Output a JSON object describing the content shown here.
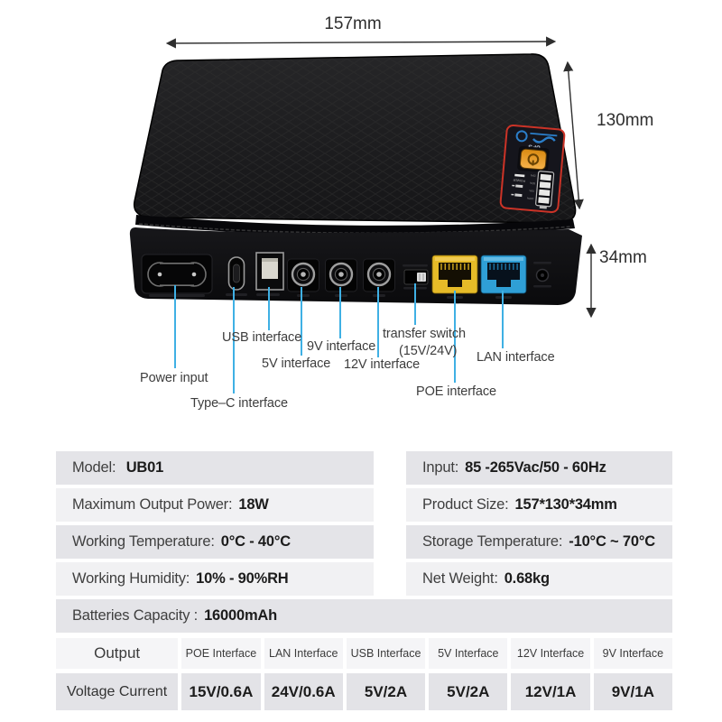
{
  "dimensions": {
    "width": "157mm",
    "depth": "130mm",
    "height": "34mm"
  },
  "device": {
    "sticker": {
      "product_type": "UPS",
      "power_label": "POWER",
      "battery_levels": [
        "25%",
        "50%",
        "75%",
        "100%"
      ]
    },
    "colors": {
      "callout_blue": "#3fb0e4",
      "poe_port_yellow": "#e6bb28",
      "lan_port_blue": "#2f9fd6",
      "power_button_orange": "#f0a030",
      "sticker_border_red": "#cb3327"
    }
  },
  "callouts": {
    "power_input": "Power input",
    "type_c": "Type–C interface",
    "usb": "USB interface",
    "v5": "5V interface",
    "v9": "9V interface",
    "v12": "12V interface",
    "transfer_switch_line1": "transfer switch",
    "transfer_switch_line2": "(15V/24V)",
    "poe": "POE interface",
    "lan": "LAN interface"
  },
  "specs": {
    "rows": [
      {
        "left_label": "Model:",
        "left_value": " UB01",
        "right_label": "Input:",
        "right_value": "85 -265Vac/50 - 60Hz"
      },
      {
        "left_label": "Maximum Output Power:",
        "left_value": "18W",
        "right_label": "Product Size:",
        "right_value": "157*130*34mm"
      },
      {
        "left_label": "Working Temperature:",
        "left_value": "0°C - 40°C",
        "right_label": "Storage Temperature:",
        "right_value": "-10°C ~ 70°C"
      },
      {
        "left_label": "Working Humidity:",
        "left_value": "10% - 90%RH",
        "right_label": "Net Weight:",
        "right_value": "0.68kg"
      },
      {
        "left_label": "Batteries Capacity :",
        "left_value": "16000mAh"
      }
    ]
  },
  "output_table": {
    "corner_label": "Output",
    "row_label": "Voltage Current",
    "columns": [
      "POE Interface",
      "LAN Interface",
      "USB Interface",
      "5V Interface",
      "12V Interface",
      "9V Interface"
    ],
    "values": [
      "15V/0.6A",
      "24V/0.6A",
      "5V/2A",
      "5V/2A",
      "12V/1A",
      "9V/1A"
    ]
  }
}
